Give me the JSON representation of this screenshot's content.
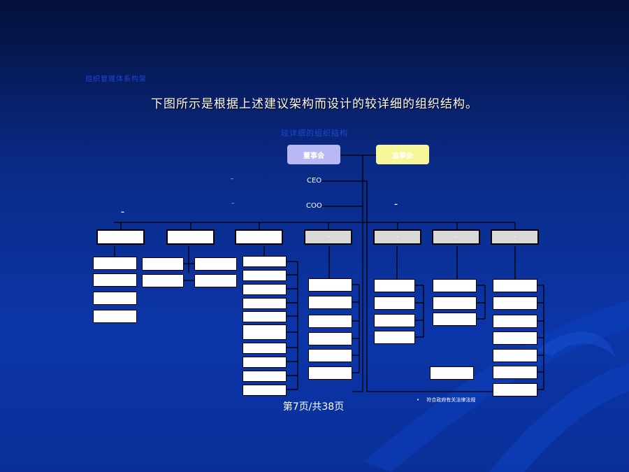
{
  "slide": {
    "small_title": "组织管理体系构架",
    "headline": "下图所示是根据上述建议架构而设计的较详细的组织结构。",
    "chart_title": "较详细的组织结构",
    "footer": "第7页/共38页",
    "note_bullet": "•",
    "note": "符合政府有关法律法规"
  },
  "org": {
    "board": "董事会",
    "supervisors": "监事会",
    "ceo": "CEO",
    "coo": "COO",
    "left_dash": "–",
    "ceo_dash": "–",
    "coo_dash": "–",
    "right_dash": "–",
    "dept_dash": "–",
    "sub_label_a": "",
    "sub_label_b": ""
  },
  "colors": {
    "board": "#b8b8f4",
    "supervisors": "#f6f69a",
    "background": "#0b35a8",
    "dept_gray": "#d9d9d9"
  }
}
